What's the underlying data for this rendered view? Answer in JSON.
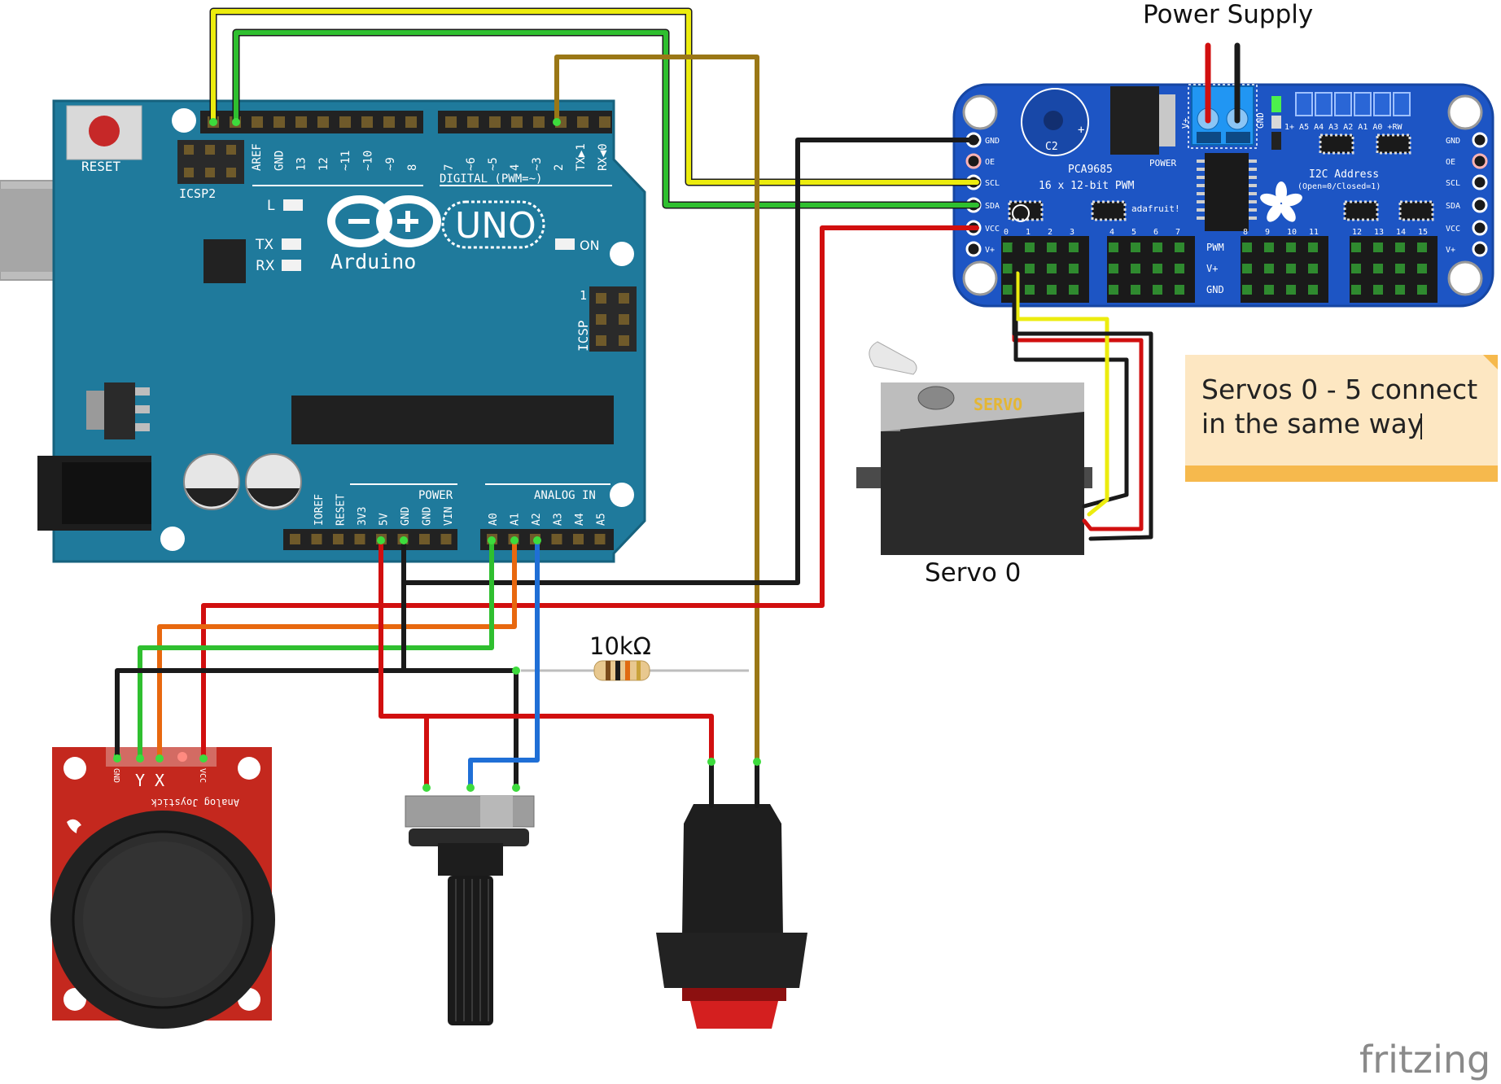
{
  "labels": {
    "power_supply": "Power Supply",
    "resistor": "10kΩ",
    "servo_caption": "Servo 0",
    "note_line1": "Servos 0 - 5 connect",
    "note_line2": "in the same way",
    "watermark": "fritzing"
  },
  "arduino": {
    "logo_text": "Arduino",
    "model": "UNO",
    "reset": "RESET",
    "icsp2": "ICSP2",
    "icsp": "ICSP",
    "on": "ON",
    "l": "L",
    "tx": "TX",
    "rx": "RX",
    "digital_header": "DIGITAL (PWM=~)",
    "power_header": "POWER",
    "analog_header": "ANALOG IN",
    "digital_pins": [
      "AREF",
      "GND",
      "13",
      "12",
      "~11",
      "~10",
      "~9",
      "8",
      "7",
      "~6",
      "~5",
      "4",
      "~3",
      "2",
      "TX▶1",
      "RX◀0"
    ],
    "power_pins": [
      "IOREF",
      "RESET",
      "3V3",
      "5V",
      "GND",
      "GND",
      "VIN"
    ],
    "analog_pins": [
      "A0",
      "A1",
      "A2",
      "A3",
      "A4",
      "A5"
    ]
  },
  "pwm_board": {
    "chip": "PCA9685",
    "desc": "16 x 12-bit PWM",
    "brand": "adafruit!",
    "i2c": "I2C Address",
    "i2c_sub": "(Open=0/Closed=1)",
    "power": "POWER",
    "cap": "C2",
    "left_pins": [
      "GND",
      "OE",
      "SCL",
      "SDA",
      "VCC",
      "V+"
    ],
    "right_pins": [
      "GND",
      "OE",
      "SCL",
      "SDA",
      "VCC",
      "V+"
    ],
    "addr_pins": "1+ A5  A4  A3  A2  A1  A0 +RW",
    "row_labels": [
      "PWM",
      "V+",
      "GND"
    ],
    "channels": [
      "0",
      "1",
      "2",
      "3",
      "4",
      "5",
      "6",
      "7",
      "8",
      "9",
      "10",
      "11",
      "12",
      "13",
      "14",
      "15"
    ],
    "terminal_v": "V+",
    "terminal_g": "GND"
  },
  "servo": {
    "body_text": "SERVO"
  },
  "joystick": {
    "pins": [
      "GND",
      "Y",
      "X",
      "VCC"
    ],
    "name": "Analog Joystick"
  },
  "colors": {
    "arduino_blue": "#1f7a9c",
    "pwm_blue": "#1d55c4",
    "joystick_red": "#c4281e",
    "wire_red": "#d10f0f",
    "wire_black": "#1a1a1a",
    "wire_yellow": "#ecec0e",
    "wire_green": "#2fbf2f",
    "wire_orange": "#e8680f",
    "wire_blue": "#1f6fd6",
    "wire_brown": "#9a7716",
    "note_bg": "#fde7c2",
    "note_bar": "#f6b94d"
  }
}
